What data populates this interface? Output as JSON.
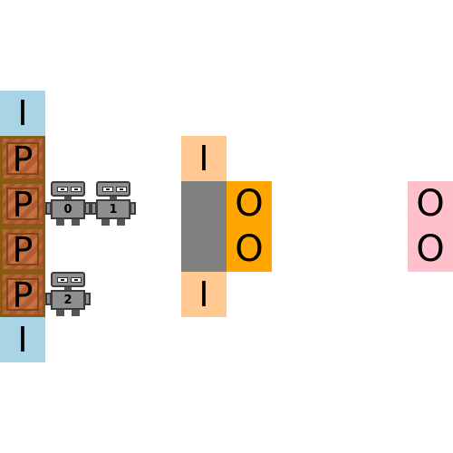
{
  "colors": {
    "input_lane": "#a9d4e6",
    "port": "#ffc991",
    "machine": "#808080",
    "output_tile": "#ffa500",
    "target": "#ffc0cb",
    "crate": "#b8653a"
  },
  "input_lane": {
    "top_label": "I",
    "bottom_label": "I",
    "crates": [
      "P",
      "P",
      "P",
      "P"
    ]
  },
  "robots": [
    {
      "number": "0"
    },
    {
      "number": "1"
    },
    {
      "number": "2"
    }
  ],
  "machine": {
    "input_top": "I",
    "input_bottom": "I",
    "outputs": [
      "O",
      "O"
    ]
  },
  "target": {
    "outputs": [
      "O",
      "O"
    ]
  }
}
